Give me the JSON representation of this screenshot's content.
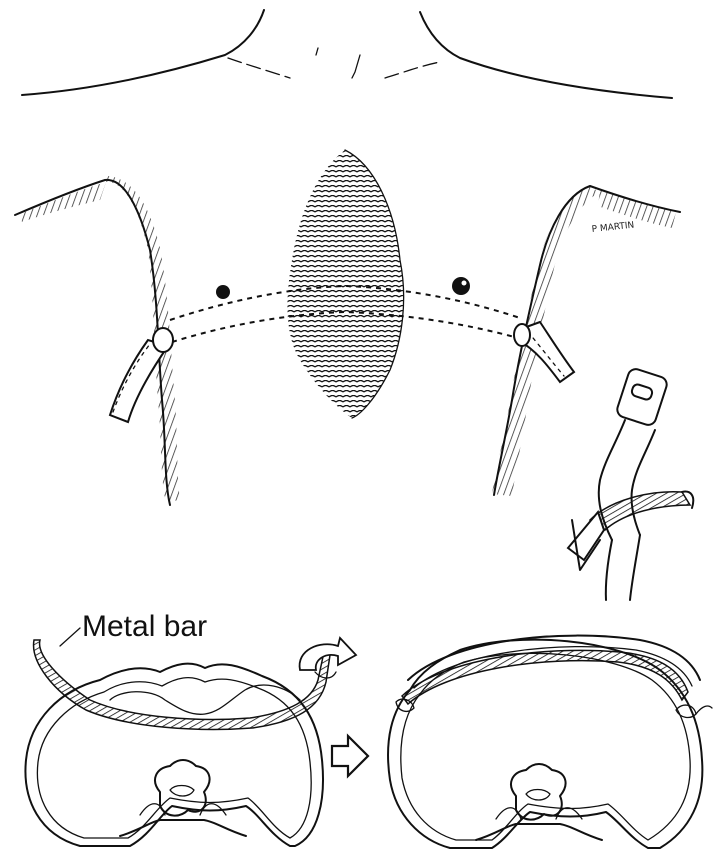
{
  "labels": {
    "metal_bar": "Metal bar"
  },
  "signature": "P MARTIN",
  "panels": [
    "shoulders-outline",
    "chest-incision-view",
    "bar-flip-inset",
    "cross-section-before",
    "cross-section-after"
  ],
  "colors": {
    "ink": "#111111",
    "background": "#ffffff"
  }
}
